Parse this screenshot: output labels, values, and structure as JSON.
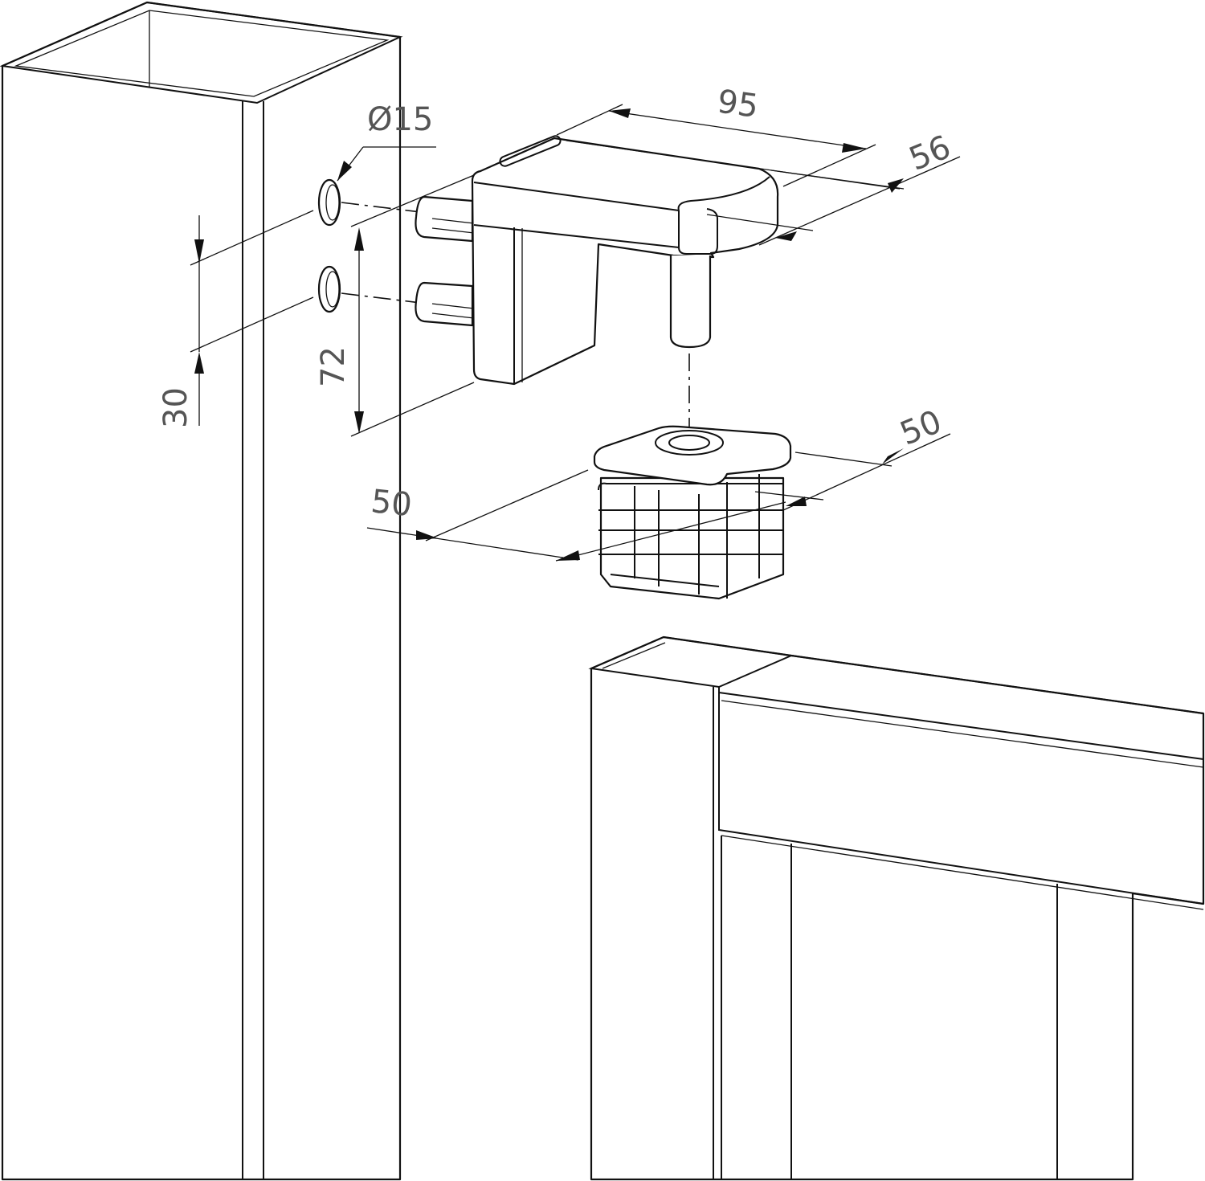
{
  "dimensions": {
    "hole_diameter": "Ø15",
    "hinge_length": "95",
    "hinge_width": "56",
    "hole_spacing_height": "72",
    "hole_spacing": "30",
    "insert_width_left": "50",
    "insert_width_right": "50"
  },
  "colors": {
    "dimension_text": "#555555",
    "line": "#111111"
  }
}
